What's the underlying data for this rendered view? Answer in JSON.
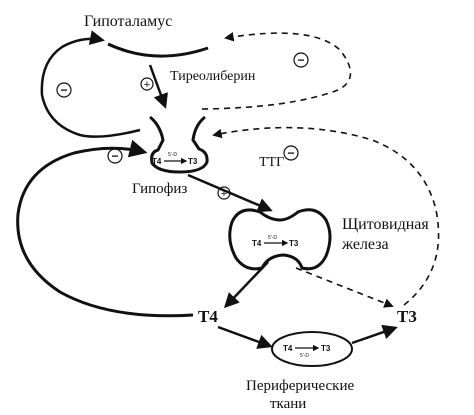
{
  "labels": {
    "hypothalamus": "Гипоталамус",
    "trh": "Тиреолиберин",
    "pituitary": "Гипофиз",
    "tsh": "ТТГ",
    "thyroid_line1": "Щитовидная",
    "thyroid_line2": "железа",
    "t4": "Т4",
    "t3": "Т3",
    "peripheral_line1": "Периферические",
    "peripheral_line2": "ткани"
  },
  "inner": {
    "t4": "T4",
    "t3": "T3",
    "deiodinase": "5'-D"
  },
  "signs": {
    "plus": "+",
    "minus": "−"
  }
}
